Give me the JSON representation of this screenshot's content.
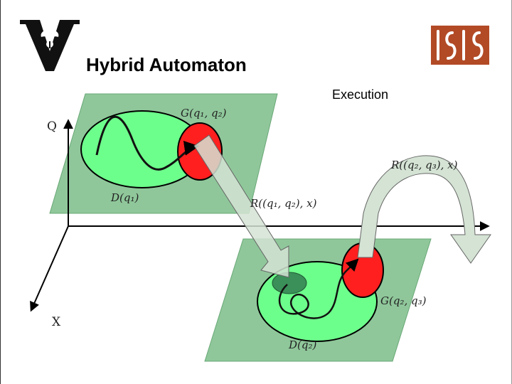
{
  "slide": {
    "title": "Hybrid Automaton",
    "subtitle": "Execution"
  },
  "axes": {
    "vertical": "Q",
    "depth": "X"
  },
  "labels": {
    "guard_q1_q2": "G(q₁, q₂)",
    "domain_q1": "D(q₁)",
    "reset_q1_q2": "R((q₁, q₂), x)",
    "reset_q2_q3": "R((q₂, q₃), x)",
    "guard_q2_q3": "G(q₂, q₃)",
    "domain_q2": "D(q₂)"
  },
  "colors": {
    "plane": "#8fc79a",
    "domain": "#6dff8c",
    "guard": "#ff1f1f",
    "reset_region": "#3b8f58",
    "arrow_fill": "#d4e3d4",
    "isis_logo": "#b24a26"
  },
  "icons": {
    "left_logo": "vanderbilt-v-oak-logo",
    "right_logo": "isis-logo"
  }
}
